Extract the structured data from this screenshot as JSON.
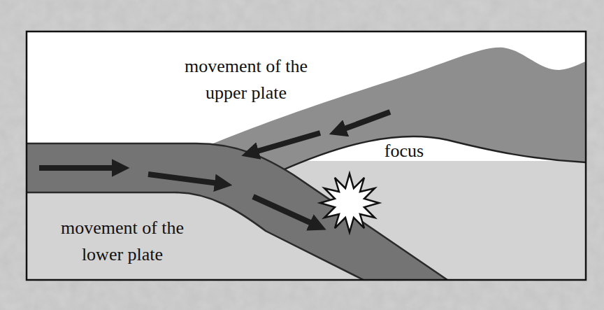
{
  "diagram": {
    "labels": [
      "movement of the upper plate",
      "focus",
      "movement of the lower plate"
    ]
  }
}
